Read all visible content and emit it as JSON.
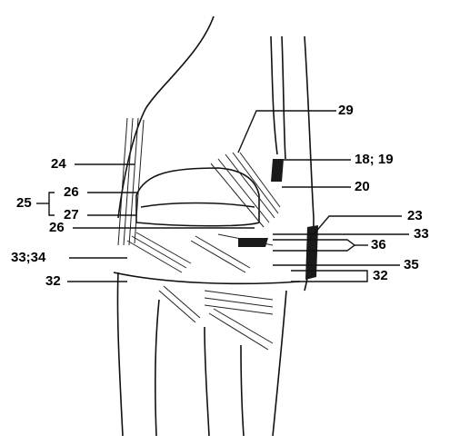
{
  "labels": {
    "l24": "24",
    "l25": "25",
    "l26a": "26",
    "l27": "27",
    "l26b": "26",
    "l33_34": "33;34",
    "l32_left": "32",
    "l29": "29",
    "l18_19": "18; 19",
    "l20": "20",
    "l23": "23",
    "l33_right": "33",
    "l36": "36",
    "l35": "35",
    "l32_right": "32"
  }
}
